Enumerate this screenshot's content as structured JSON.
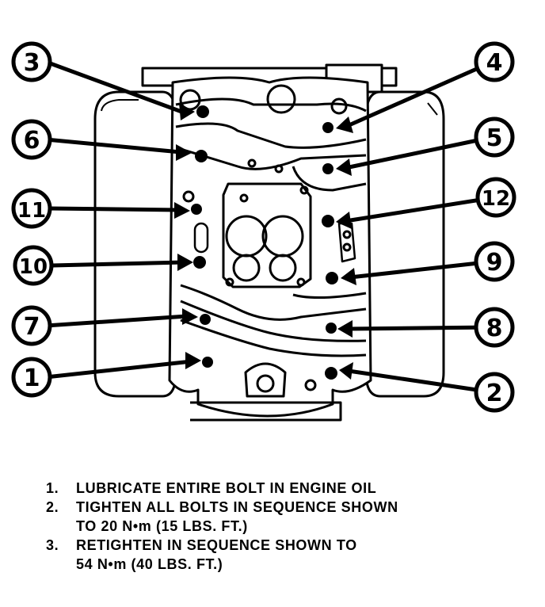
{
  "callouts": {
    "c1": "1",
    "c2": "2",
    "c3": "3",
    "c4": "4",
    "c5": "5",
    "c6": "6",
    "c7": "7",
    "c8": "8",
    "c9": "9",
    "c10": "10",
    "c11": "11",
    "c12": "12"
  },
  "notes": [
    {
      "num": "1.",
      "lines": [
        "LUBRICATE ENTIRE BOLT IN ENGINE OIL"
      ]
    },
    {
      "num": "2.",
      "lines": [
        "TIGHTEN ALL BOLTS IN SEQUENCE SHOWN",
        "TO 20 N•m (15 LBS. FT.)"
      ]
    },
    {
      "num": "3.",
      "lines": [
        "RETIGHTEN IN SEQUENCE SHOWN TO",
        "54 N•m (40 LBS. FT.)"
      ]
    }
  ]
}
